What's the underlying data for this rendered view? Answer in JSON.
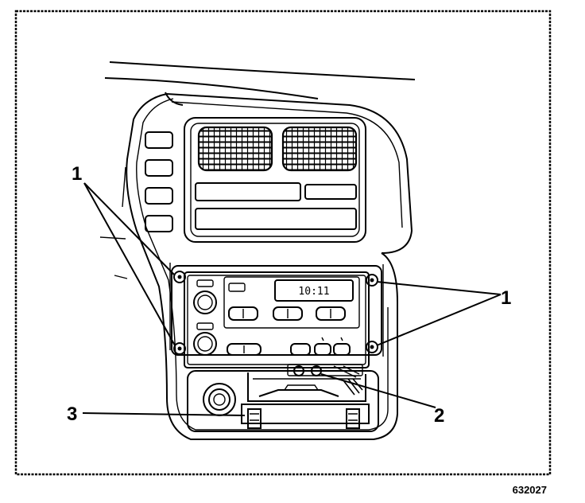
{
  "callouts": {
    "upper_left": "1",
    "upper_right": "1",
    "lower_left": "3",
    "lower_right": "2"
  },
  "radio_display": "10:11",
  "figure_number": "632027",
  "icons": [
    "fastener",
    "knob",
    "vent",
    "button"
  ]
}
